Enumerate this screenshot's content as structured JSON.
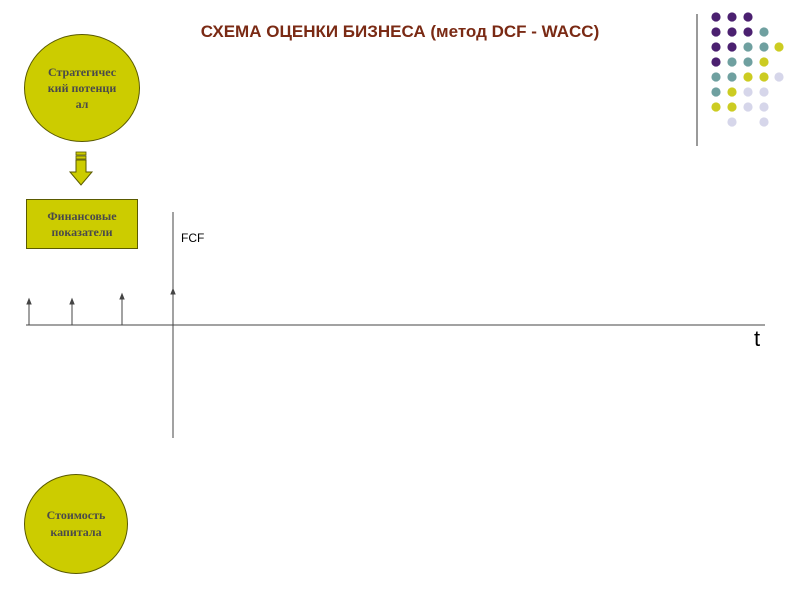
{
  "title": "СХЕМА ОЦЕНКИ БИЗНЕСА (метод DCF - WACC)",
  "nodes": {
    "strategic": "Стратегический потенциал",
    "financial": "Финансовые показатели",
    "capital": "Стоимость капитала"
  },
  "axes": {
    "y_label": "FCF",
    "x_label": "t"
  },
  "colors": {
    "node_fill": "#cccc00",
    "title": "#7a2a14",
    "dot_purple": "#4b2070",
    "dot_teal": "#6fa0a0",
    "dot_yellow": "#cccc22",
    "dot_lavender": "#d6d6ea"
  }
}
